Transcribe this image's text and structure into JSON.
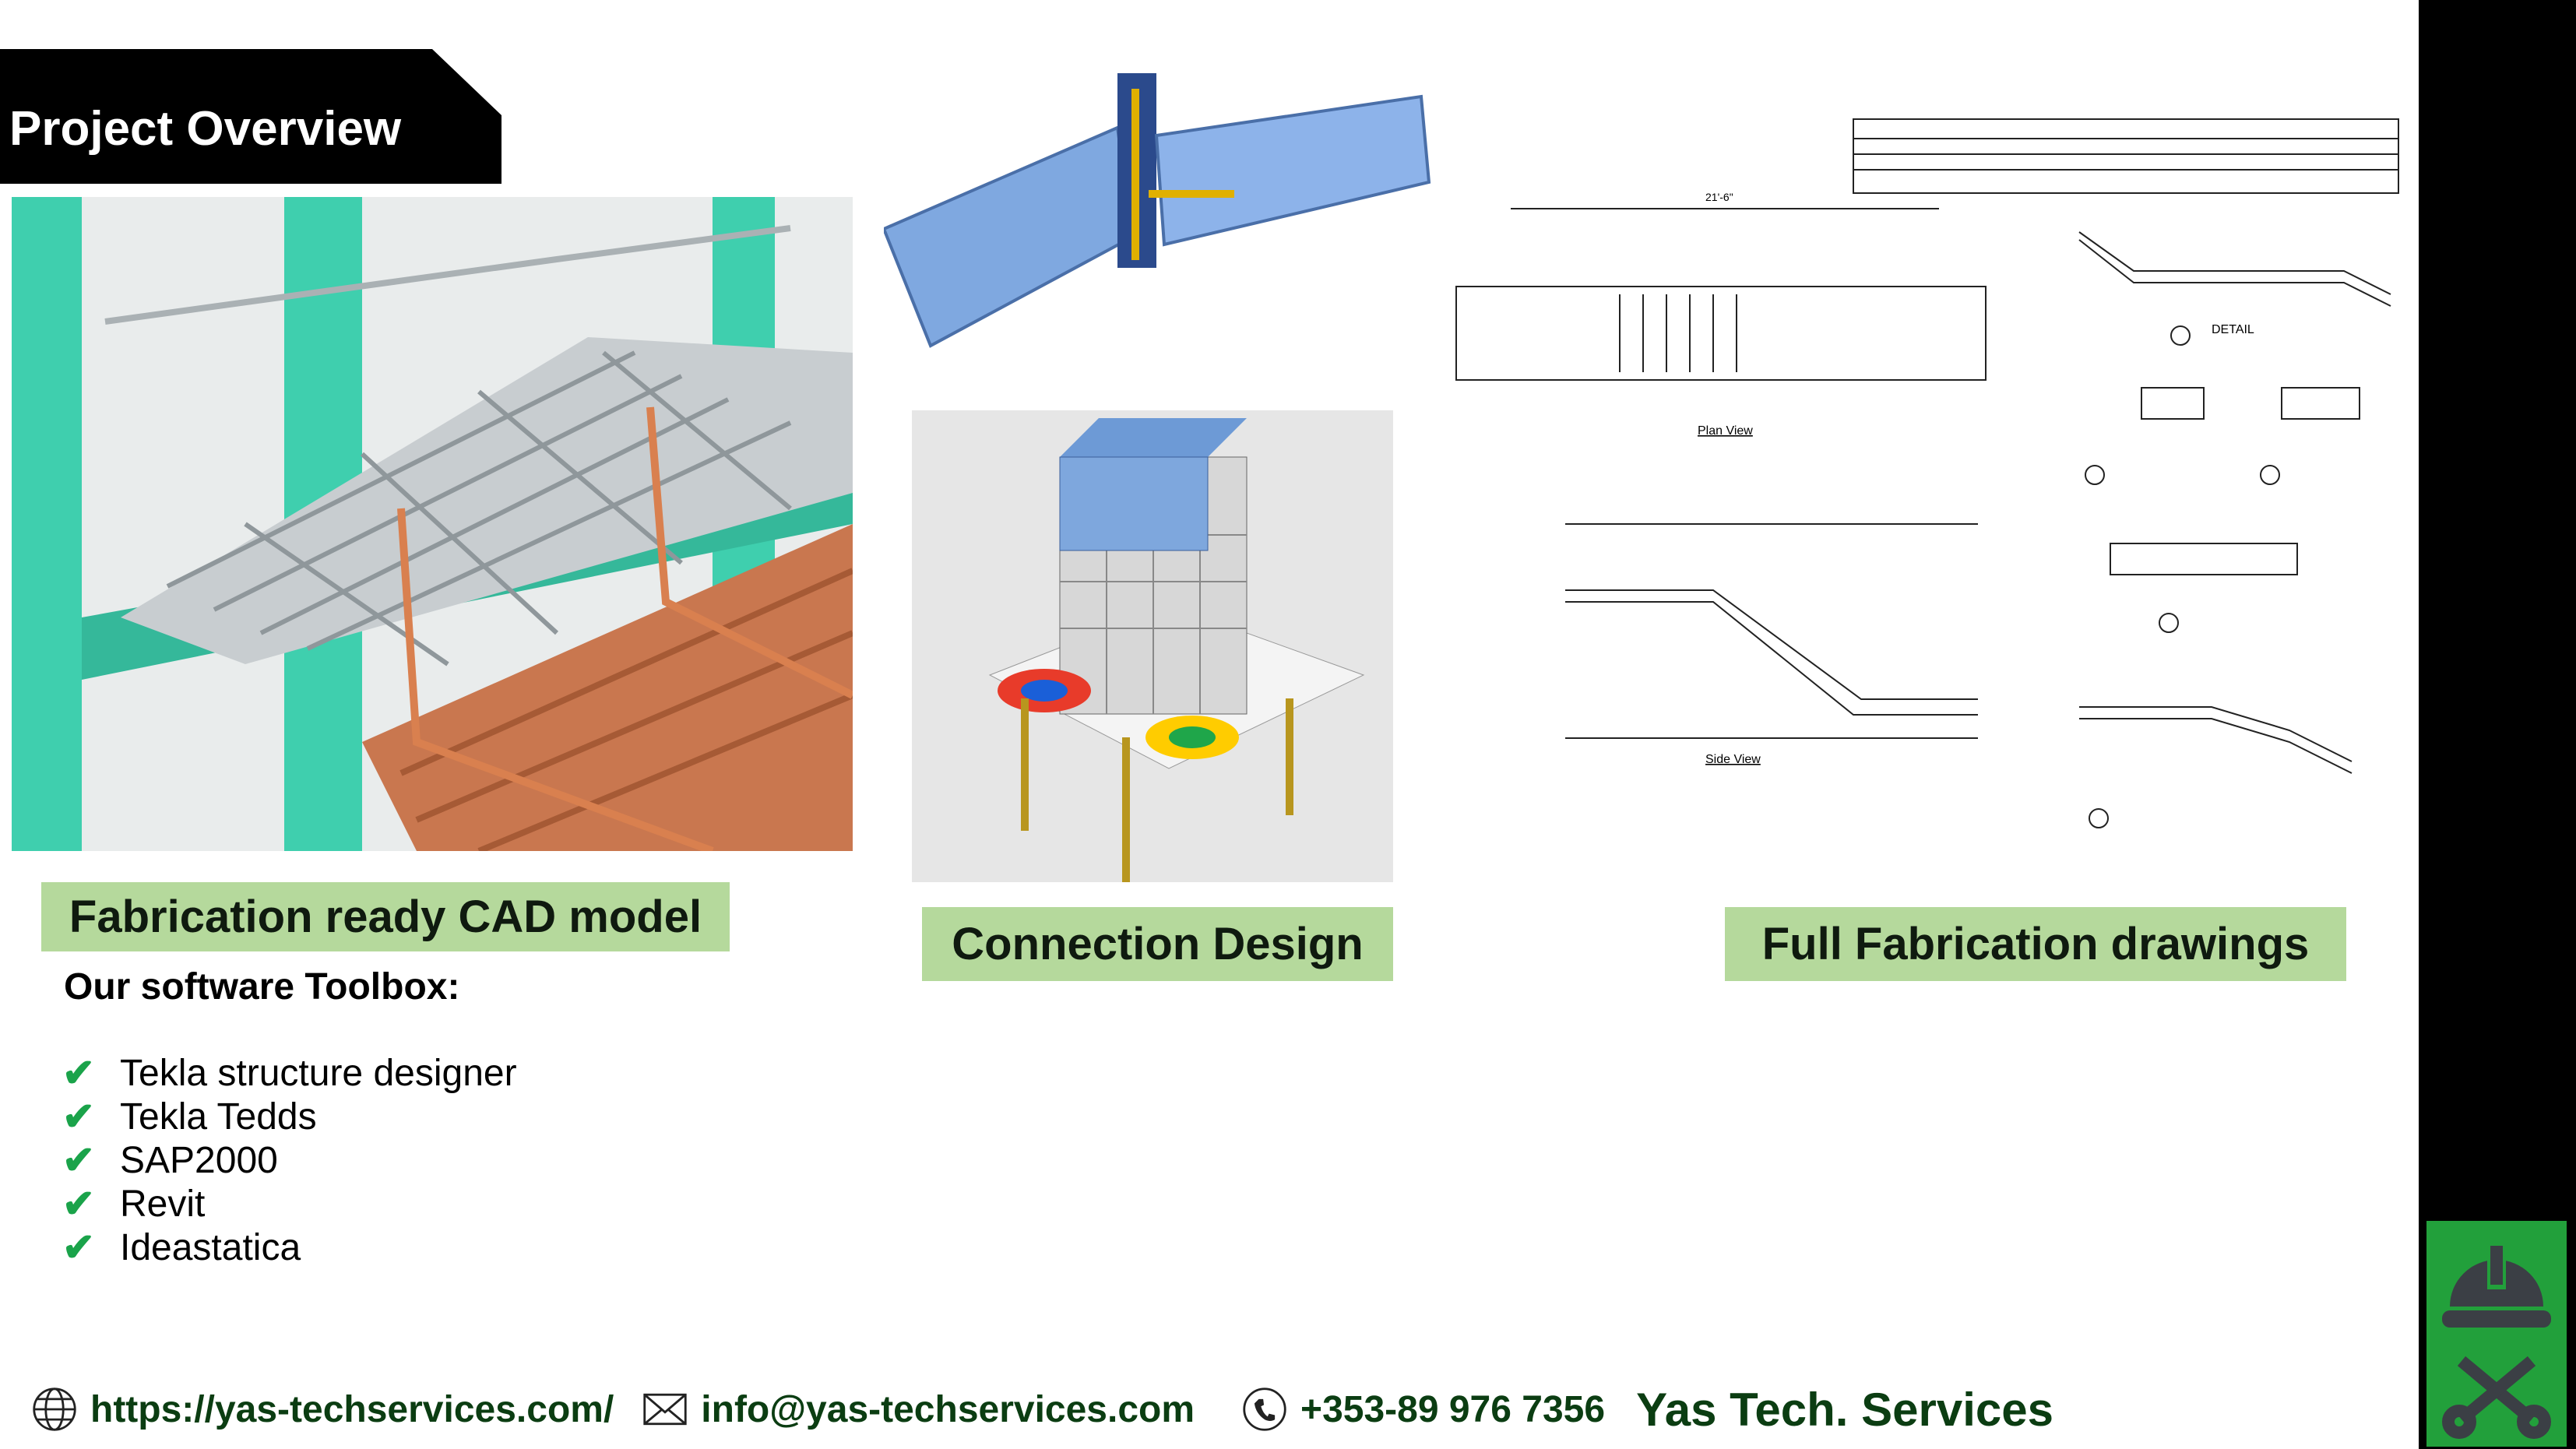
{
  "title": "Project Overview",
  "panels": [
    {
      "label": "Fabrication ready CAD model"
    },
    {
      "label": "Connection Design"
    },
    {
      "label": "Full Fabrication drawings"
    }
  ],
  "toolbox": {
    "title": "Our software Toolbox:",
    "items": [
      "Tekla structure designer",
      "Tekla Tedds",
      "SAP2000",
      "Revit",
      "Ideastatica"
    ]
  },
  "drawings": {
    "plan_view": "Plan View",
    "side_view": "Side View",
    "detail": "DETAIL",
    "dim_total": "21'-6\""
  },
  "footer": {
    "website": "https://yas-techservices.com/",
    "email": "info@yas-techservices.com",
    "phone": "+353-89 976 7356",
    "brand": "Yas Tech. Services"
  },
  "colors": {
    "label_bg": "#b5d99c",
    "brand_green": "#0b3d12",
    "logo_green": "#22a03b"
  }
}
